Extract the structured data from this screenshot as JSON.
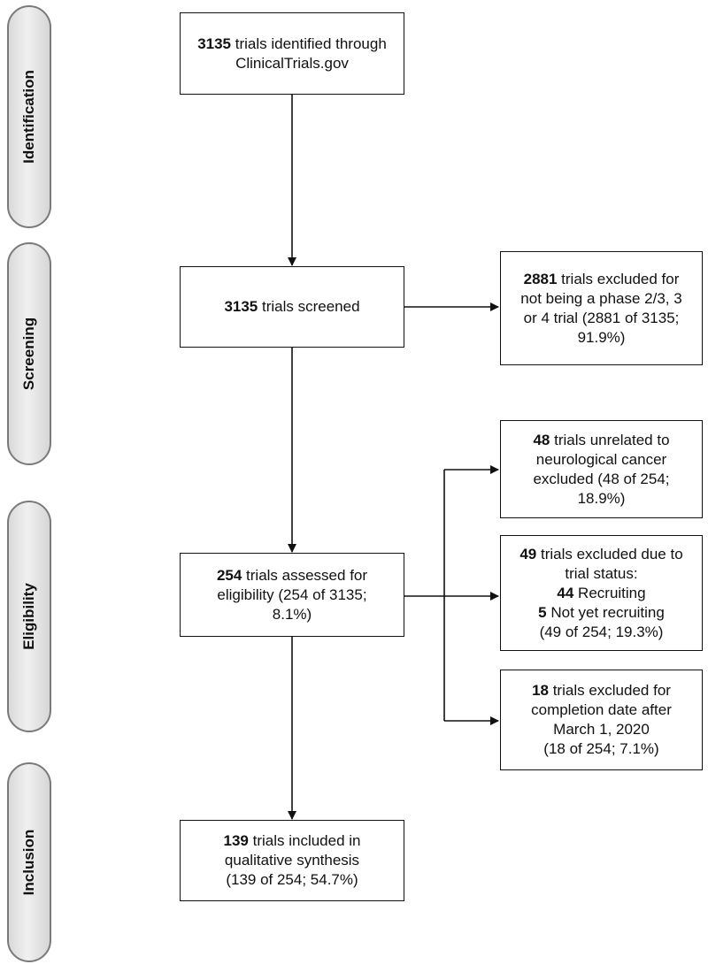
{
  "stages": {
    "identification": "Identification",
    "screening": "Screening",
    "eligibility": "Eligibility",
    "inclusion": "Inclusion"
  },
  "boxes": {
    "identified": {
      "num": "3135",
      "text": " trials identified through",
      "line2": "ClinicalTrials.gov"
    },
    "screened": {
      "num": "3135",
      "text": " trials screened"
    },
    "excluded_phase": {
      "num": "2881",
      "text": " trials excluded for",
      "line2": "not being a phase 2/3, 3",
      "line3": "or 4 trial (2881 of 3135;",
      "line4": "91.9%)"
    },
    "assessed": {
      "num": "254",
      "text": " trials assessed for",
      "line2": "eligibility (254 of 3135;",
      "line3": "8.1%)"
    },
    "unrelated": {
      "num": "48",
      "text": " trials unrelated to",
      "line2": "neurological cancer",
      "line3": "excluded (48 of 254;",
      "line4": "18.9%)"
    },
    "status": {
      "num": "49",
      "text": " trials excluded due to",
      "line2": "trial status:",
      "num3": "44",
      "text3": " Recruiting",
      "num4": "5",
      "text4": " Not yet recruiting",
      "line5": "(49 of 254; 19.3%)"
    },
    "completion": {
      "num": "18",
      "text": " trials excluded for",
      "line2": "completion date after",
      "line3": "March 1, 2020",
      "line4": "(18 of 254; 7.1%)"
    },
    "included": {
      "num": "139",
      "text": " trials included in",
      "line2": "qualitative synthesis",
      "line3": "(139 of 254; 54.7%)"
    }
  }
}
